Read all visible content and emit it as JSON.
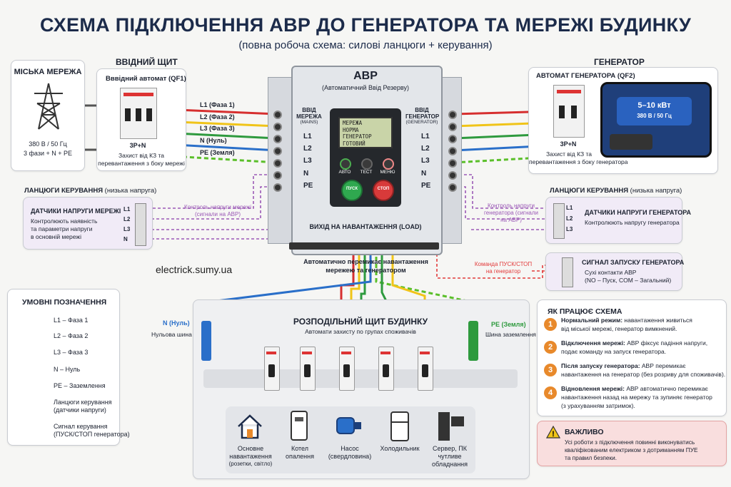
{
  "title": "СХЕМА ПІДКЛЮЧЕННЯ АВР ДО ГЕНЕРАТОРА ТА МЕРЕЖІ БУДИНКУ",
  "subtitle": "(повна робоча схема: силові ланцюги + керування)",
  "city_grid": {
    "title": "МІСЬКА МЕРЕЖА",
    "spec": "380 В / 50 Гц",
    "phases": "3 фази + N + PE"
  },
  "input_panel": {
    "section": "ВВІДНИЙ ЩИТ",
    "title": "Вввідний автомат (QF1)",
    "type": "3P+N",
    "note1": "Захист від КЗ та",
    "note2": "перевантаження з боку мережі"
  },
  "ats": {
    "title": "АВР",
    "subtitle": "(Автоматичний Ввід Резерву)",
    "left_input": [
      "ВВІД",
      "МЕРЕЖА",
      "(MAINS)"
    ],
    "right_input": [
      "ВВІД",
      "ГЕНЕРАТОР",
      "(GENERATOR)"
    ],
    "terminals": [
      "L1",
      "L2",
      "L3",
      "N",
      "PE"
    ],
    "lcd": [
      "МЕРЕЖА",
      "НОРМА",
      "ГЕНЕРАТОР",
      "ГОТОВИЙ"
    ],
    "buttons": {
      "auto": "АВТО",
      "test": "ТЕСТ",
      "menu": "МЕНЮ",
      "start": "ПУСК",
      "stop": "СТОП"
    },
    "output": "ВИХІД НА НАВАНТАЖЕННЯ (LOAD)",
    "caption1": "Автоматично перемикає навантаження",
    "caption2": "мережею та генератором"
  },
  "wires": {
    "l1": "L1 (Фаза 1)",
    "l2": "L2 (Фаза 2)",
    "l3": "L3 (Фаза 3)",
    "n": "N (Нуль)",
    "pe": "PE (Земля)"
  },
  "generator": {
    "section": "ГЕНЕРАТОР",
    "breaker": "АВТОМАТ ГЕНЕРАТОРА (QF2)",
    "power": "5–10 кВт",
    "spec": "380 В / 50 Гц",
    "type": "3P+N",
    "note1": "Захист від КЗ та",
    "note2": "перевантаження з боку генератора"
  },
  "control_left": {
    "section": "ЛАНЦЮГИ КЕРУВАННЯ",
    "section_sub": "(низька напруга)",
    "title": "ДАТЧИКИ НАПРУГИ МЕРЕЖІ",
    "desc": [
      "Контролюють наявність",
      "та параметри напруги",
      "в основній мережі"
    ],
    "terminals": [
      "L1",
      "L2",
      "L3",
      "N"
    ],
    "wire_label": [
      "Контроль напруги мережі",
      "(сигнали на АВР)"
    ]
  },
  "control_right": {
    "section": "ЛАНЦЮГИ КЕРУВАННЯ",
    "section_sub": "(низька напруга)",
    "title": "ДАТЧИКИ НАПРУГИ ГЕНЕРАТОРА",
    "desc": "Контролюють напругу генератора",
    "terminals": [
      "L1",
      "L2",
      "L3"
    ],
    "wire_label": [
      "Контроль напруги",
      "генератора (сигнали",
      "на АВР)"
    ]
  },
  "start_signal": {
    "title": "СИГНАЛ ЗАПУСКУ ГЕНЕРАТОРА",
    "desc1": "Сухі контакти АВР",
    "desc2": "(NO – Пуск, COM – Загальний)",
    "cmd": [
      "Команда ПУСК/СТОП",
      "на генератор"
    ]
  },
  "website": "electrick.sumy.ua",
  "distribution": {
    "title": "РОЗПОДІЛЬНИЙ ЩИТ БУДИНКУ",
    "subtitle": "Автомати захисту по групах споживачів",
    "neutral_label": "N (Нуль)",
    "neutral_bus": "Нульова шина",
    "pe_label": "PE (Земля)",
    "pe_bus": "Шина заземлення",
    "consumers": [
      {
        "name": "Основне",
        "name2": "навантаження",
        "sub": "(розетки, світло)"
      },
      {
        "name": "Котел",
        "name2": "опалення",
        "sub": ""
      },
      {
        "name": "Насос",
        "name2": "(свердловина)",
        "sub": ""
      },
      {
        "name": "Холодильник",
        "name2": "",
        "sub": ""
      },
      {
        "name": "Сервер, ПК",
        "name2": "чутливе",
        "sub": "обладнання"
      }
    ]
  },
  "legend": {
    "title": "УМОВНІ ПОЗНАЧЕННЯ",
    "items": [
      {
        "label": "L1 – Фаза 1",
        "color": "#d62f2f"
      },
      {
        "label": "L2 – Фаза 2",
        "color": "#f0c419"
      },
      {
        "label": "L3 – Фаза 3",
        "color": "#2e9a3e"
      },
      {
        "label": "N – Нуль",
        "color": "#2a6fc9"
      },
      {
        "label": "PE – Заземлення",
        "color": "#5bbf2a"
      },
      {
        "label": "Ланцюги керування",
        "label2": "(датчики напруги)",
        "color": "#9b59b6"
      },
      {
        "label": "Сигнал керування",
        "label2": "(ПУСК/СТОП генератора)",
        "color": "#e23b3b"
      }
    ]
  },
  "how": {
    "title": "ЯК ПРАЦЮЄ СХЕМА",
    "steps": [
      {
        "num": "1",
        "bold": "Нормальний режим:",
        "text": " навантаження живиться",
        "text2": "від міської мережі, генератор вимкнений."
      },
      {
        "num": "2",
        "bold": "Відключення мережі:",
        "text": " АВР фіксує падіння напруги,",
        "text2": "подає команду на запуск генератора."
      },
      {
        "num": "3",
        "bold": "Після запуску генератора:",
        "text": " АВР перемикає",
        "text2": "навантаження на генератор (без розриву для споживачів)."
      },
      {
        "num": "4",
        "bold": "Відновлення мережі:",
        "text": " АВР автоматично перемикає",
        "text2": "навантаження назад на мережу та зупиняє генератор",
        "text3": "(з урахуванням затримок)."
      }
    ]
  },
  "warning": {
    "title": "ВАЖЛИВО",
    "lines": [
      "Усі роботи з підключення повинні виконуватись",
      "кваліфікованим електриком з дотриманням ПУЕ",
      "та правил безпеки."
    ]
  }
}
